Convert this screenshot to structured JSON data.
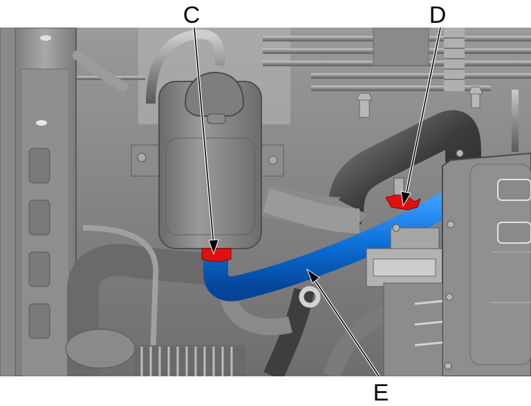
{
  "figure": {
    "type": "service-manual illustration",
    "subject": "engine compartment — coolant hose routing",
    "colors": {
      "background": "#ffffff",
      "render_base": "#8a8a8a",
      "highlight_hose": "#0a6fd6",
      "highlight_clamp": "#e01010",
      "callout_line": "#000000"
    }
  },
  "callouts": [
    {
      "id": "C",
      "label": "C",
      "target": "upper hose clamp at coolant reservoir outlet"
    },
    {
      "id": "D",
      "label": "D",
      "target": "hose clamp / retaining clip on coolant hose"
    },
    {
      "id": "E",
      "label": "E",
      "target": "coolant hose"
    }
  ],
  "components": {
    "reservoir": "coolant expansion tank with cap",
    "highlighted_hose": "blue coolant hose",
    "clamps": "red clamps",
    "module": "control module housing (right)",
    "frame_rail": "vertical frame rail (left)"
  }
}
